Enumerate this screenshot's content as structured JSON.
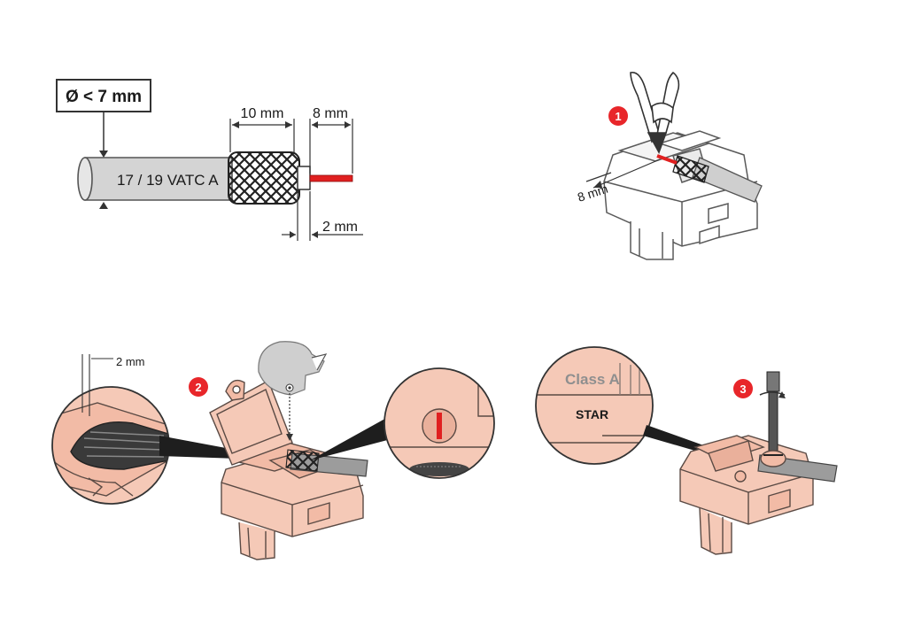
{
  "cable_diagram": {
    "diameter_label": "Ø < 7 mm",
    "cable_marking": "17 / 19 VATC A",
    "strip_length_label": "10 mm",
    "conductor_length_label": "8 mm",
    "insulation_gap_label": "2 mm"
  },
  "step1": {
    "number": "1",
    "strip_length_label": "8 mm"
  },
  "step2": {
    "number": "2",
    "gap_label": "2 mm"
  },
  "step3": {
    "number": "3",
    "class_label": "Class A",
    "brand_label": "STAR"
  },
  "colors": {
    "accent_red": "#e8262a",
    "conductor_red": "#e02020",
    "device_body": "#f5c9b7",
    "outline": "#4a4a4a",
    "cable_grey": "#cfcfcf"
  }
}
